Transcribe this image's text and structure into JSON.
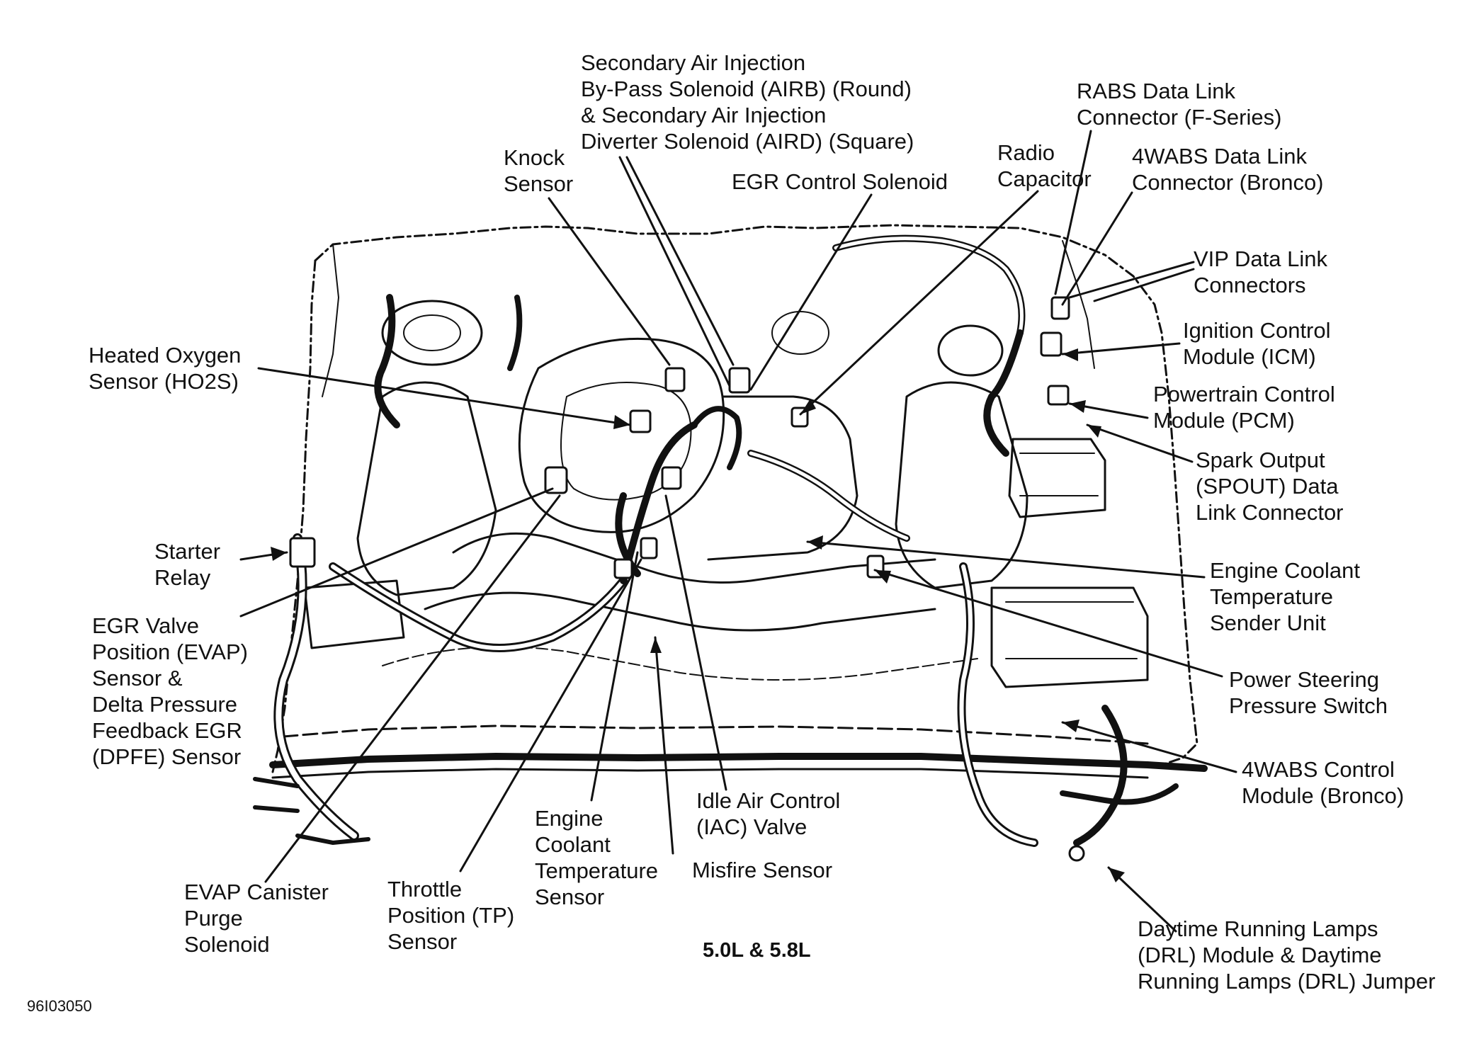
{
  "diagram": {
    "title": "5.0L & 5.8L",
    "figure_id": "96I03050",
    "callouts": [
      {
        "id": "secondary-air",
        "lines": [
          "Secondary Air Injection",
          "By-Pass Solenoid (AIRB) (Round)",
          "& Secondary Air Injection",
          "Diverter Solenoid (AIRD) (Square)"
        ]
      },
      {
        "id": "knock-sensor",
        "lines": [
          "Knock",
          "Sensor"
        ]
      },
      {
        "id": "egr-control-solenoid",
        "lines": [
          "EGR Control Solenoid"
        ]
      },
      {
        "id": "radio-capacitor",
        "lines": [
          "Radio",
          "Capacitor"
        ]
      },
      {
        "id": "rabs-data-link",
        "lines": [
          "RABS Data Link",
          "Connector (F-Series)"
        ]
      },
      {
        "id": "4wabs-data-link",
        "lines": [
          "4WABS Data Link",
          "Connector (Bronco)"
        ]
      },
      {
        "id": "vip-data-link",
        "lines": [
          "VIP Data Link",
          "Connectors"
        ]
      },
      {
        "id": "icm",
        "lines": [
          "Ignition Control",
          "Module (ICM)"
        ]
      },
      {
        "id": "pcm",
        "lines": [
          "Powertrain Control",
          "Module (PCM)"
        ]
      },
      {
        "id": "spout",
        "lines": [
          "Spark Output",
          "(SPOUT) Data",
          "Link Connector"
        ]
      },
      {
        "id": "ect-sender",
        "lines": [
          "Engine Coolant",
          "Temperature",
          "Sender Unit"
        ]
      },
      {
        "id": "ps-pressure-switch",
        "lines": [
          "Power Steering",
          "Pressure Switch"
        ]
      },
      {
        "id": "4wabs-control",
        "lines": [
          "4WABS Control",
          "Module (Bronco)"
        ]
      },
      {
        "id": "drl",
        "lines": [
          "Daytime Running Lamps",
          "(DRL) Module & Daytime",
          "Running Lamps (DRL) Jumper"
        ]
      },
      {
        "id": "ho2s",
        "lines": [
          "Heated Oxygen",
          "Sensor (HO2S)"
        ]
      },
      {
        "id": "starter-relay",
        "lines": [
          "Starter",
          "Relay"
        ]
      },
      {
        "id": "egr-valve-position",
        "lines": [
          "EGR Valve",
          "Position (EVAP)",
          "Sensor &",
          "Delta Pressure",
          "Feedback EGR",
          "(DPFE) Sensor"
        ]
      },
      {
        "id": "evap-canister",
        "lines": [
          "EVAP Canister",
          "Purge",
          "Solenoid"
        ]
      },
      {
        "id": "tp-sensor",
        "lines": [
          "Throttle",
          "Position (TP)",
          "Sensor"
        ]
      },
      {
        "id": "ect-sensor",
        "lines": [
          "Engine",
          "Coolant",
          "Temperature",
          "Sensor"
        ]
      },
      {
        "id": "iac-valve",
        "lines": [
          "Idle Air Control",
          "(IAC) Valve"
        ]
      },
      {
        "id": "misfire-sensor",
        "lines": [
          "Misfire Sensor"
        ]
      }
    ]
  }
}
